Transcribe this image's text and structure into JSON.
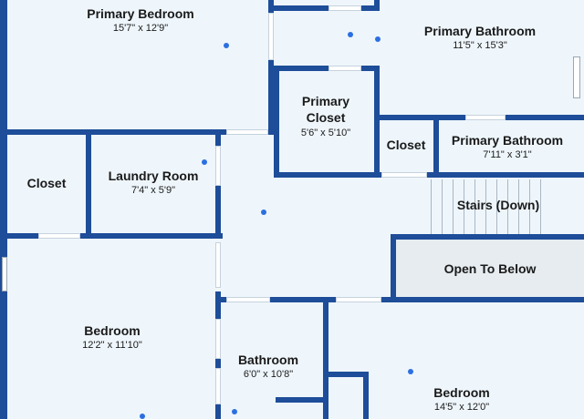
{
  "rooms": {
    "primary_bedroom": {
      "name": "Primary Bedroom",
      "dim": "15'7\" x 12'9\""
    },
    "primary_bathroom_top": {
      "name": "Primary Bathroom",
      "dim": "11'5\" x 15'3\""
    },
    "primary_closet": {
      "name": "Primary Closet",
      "dim": "5'6\" x 5'10\""
    },
    "closet_small": {
      "name": "Closet"
    },
    "primary_bathroom_small": {
      "name": "Primary Bathroom",
      "dim": "7'11\" x 3'1\""
    },
    "closet_left": {
      "name": "Closet"
    },
    "laundry_room": {
      "name": "Laundry Room",
      "dim": "7'4\" x 5'9\""
    },
    "stairs": {
      "name": "Stairs (Down)"
    },
    "open_to_below": {
      "name": "Open To Below"
    },
    "bedroom_left": {
      "name": "Bedroom",
      "dim": "12'2\" x 11'10\""
    },
    "bathroom": {
      "name": "Bathroom",
      "dim": "6'0\" x 10'8\""
    },
    "bedroom_right": {
      "name": "Bedroom",
      "dim": "14'5\" x 12'0\""
    }
  },
  "colors": {
    "wall": "#1e4d99",
    "floor": "#eef6fc",
    "marker": "#2c6fe0",
    "open_area": "#e6ecf0"
  }
}
